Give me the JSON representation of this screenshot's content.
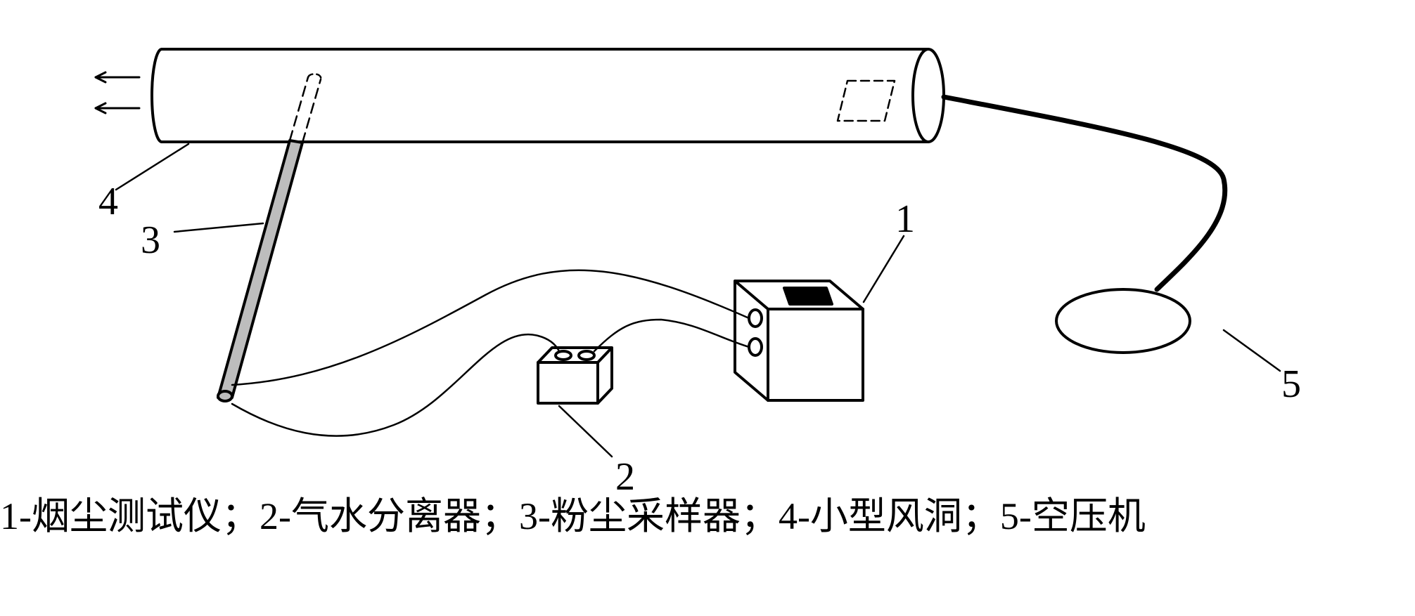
{
  "diagram": {
    "labels": {
      "meter": "1",
      "separator": "2",
      "sampler": "3",
      "tunnel": "4",
      "compressor": "5"
    },
    "caption": "1-烟尘测试仪；2-气水分离器；3-粉尘采样器；4-小型风洞；5-空压机"
  }
}
